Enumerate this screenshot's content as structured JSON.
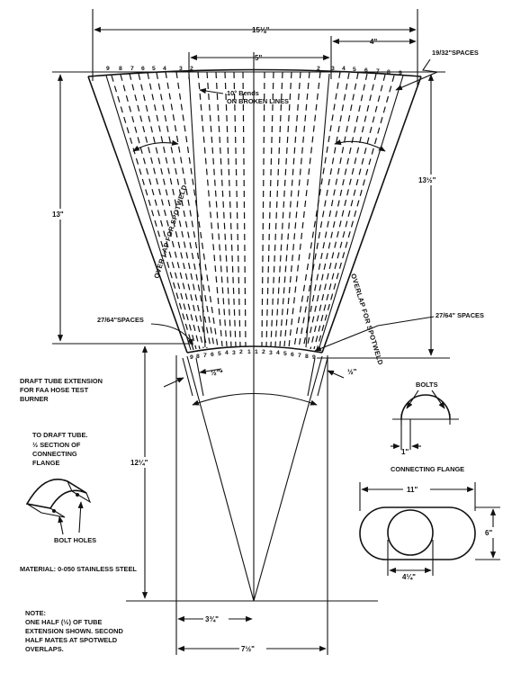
{
  "dimensions": {
    "top_width": "15⅛\"",
    "top_center": "5\"",
    "top_right": "4\"",
    "left_height": "13\"",
    "right_height": "13½\"",
    "lower_height": "12¼\"",
    "bottom_a": "3¾\"",
    "bottom_b": "7½\"",
    "half_left": "½\"*",
    "half_right": "½\""
  },
  "labels": {
    "spaces_top": "19/32\"SPACES",
    "bends_1": "10° Bends",
    "bends_2": "ON BROKEN LINES",
    "spaces_lower_left": "27/64\"SPACES",
    "spaces_lower_right": "27/64\" SPACES",
    "overlap_left": "OVER LAP FOR SPOTWELD",
    "overlap_right": "OVERLAP FOR SPOTWELD",
    "title_1": "DRAFT TUBE EXTENSION",
    "title_2": "FOR FAA HOSE TEST",
    "title_3": "BURNER",
    "to_tube_1": "TO DRAFT TUBE.",
    "to_tube_2": "½ SECTION OF",
    "to_tube_3": "CONNECTING",
    "to_tube_4": "FLANGE",
    "bolt_holes": "BOLT HOLES",
    "material": "MATERIAL: 0-050 STAINLESS STEEL",
    "note_1": "NOTE:",
    "note_2": "ONE HALF (½) OF TUBE",
    "note_3": "EXTENSION SHOWN. SECOND",
    "note_4": "HALF MATES AT SPOTWELD",
    "note_5": "OVERLAPS.",
    "bolts": "BOLTS",
    "flange_gap": "1\"",
    "connecting_flange": "CONNECTING FLANGE",
    "flange_width": "11\"",
    "flange_height": "6\"",
    "flange_hole": "4¼\""
  },
  "numbers": {
    "top_left": [
      "9",
      "8",
      "7",
      "6",
      "5",
      "4",
      "3",
      "2"
    ],
    "top_right": [
      "2",
      "3",
      "4",
      "5",
      "6",
      "7",
      "8",
      "9"
    ],
    "bottom_left": [
      "9",
      "8",
      "7",
      "6",
      "5",
      "4",
      "3",
      "2",
      "1"
    ],
    "bottom_right": [
      "1",
      "2",
      "3",
      "4",
      "5",
      "6",
      "7",
      "8",
      "9"
    ]
  }
}
